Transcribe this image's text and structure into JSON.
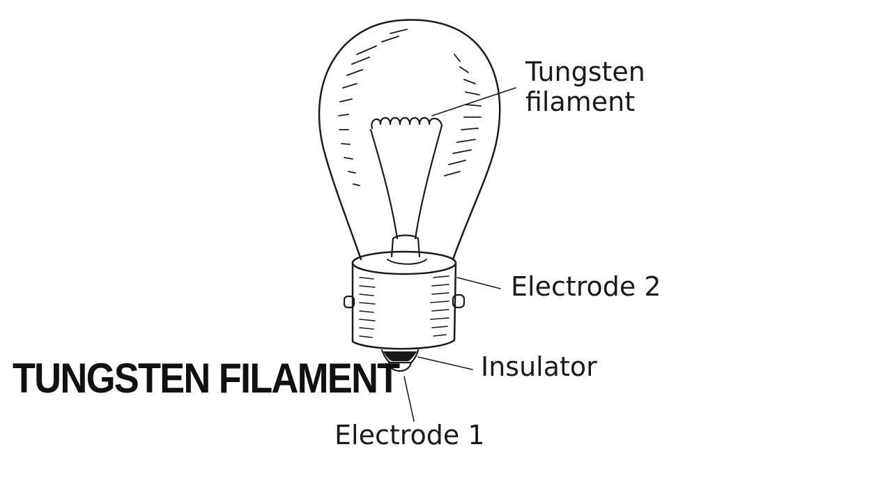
{
  "title": "TUNGSTEN FILAMENT",
  "labels": {
    "filament_line1": "Tungsten",
    "filament_line2": "filament",
    "electrode2": "Electrode 2",
    "insulator": "Insulator",
    "electrode1": "Electrode 1"
  },
  "colors": {
    "ink": "#1a1a1a",
    "background": "#ffffff"
  }
}
